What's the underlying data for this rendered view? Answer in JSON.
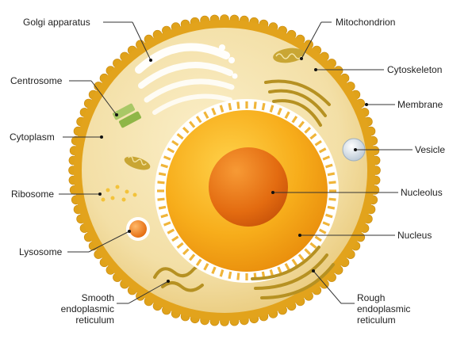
{
  "labels": {
    "golgi": "Golgi apparatus",
    "centrosome": "Centrosome",
    "cytoplasm": "Cytoplasm",
    "ribosome": "Ribosome",
    "lysosome": "Lysosome",
    "smooth_er": [
      "Smooth",
      "endoplasmic",
      "reticulum"
    ],
    "mitochondrion": "Mitochondrion",
    "cytoskeleton": "Cytoskeleton",
    "membrane": "Membrane",
    "vesicle": "Vesicle",
    "nucleolus": "Nucleolus",
    "nucleus": "Nucleus",
    "rough_er": [
      "Rough",
      "endoplasmic",
      "reticulum"
    ]
  },
  "colors": {
    "membrane": "#e0a21a",
    "cytoplasm": "#f3dfa6",
    "nuclear_envelope": "#ffffff",
    "nucleus": "#f5a312",
    "nucleolus": "#e56a10",
    "organelle": "#c9a634",
    "lysosome": "#f08a1c",
    "leader_line": "#333333"
  }
}
